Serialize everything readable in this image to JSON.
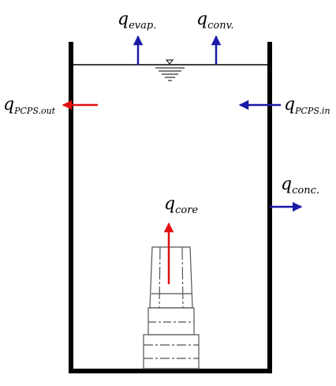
{
  "labels": {
    "evap": {
      "q": "q",
      "sub": "evap."
    },
    "conv": {
      "q": "q",
      "sub": "conv."
    },
    "pcps_out": {
      "q": "q",
      "sub": "PCPS.out"
    },
    "pcps_in": {
      "q": "q",
      "sub": "PCPS.in"
    },
    "conc": {
      "q": "q",
      "sub": "conc."
    },
    "core": {
      "q": "q",
      "sub": "core"
    }
  },
  "colors": {
    "outflow_arrow": "#1a1aa6",
    "inflow_arrow": "#e01010",
    "pool_wall": "#000000",
    "fuel_outline": "#555555"
  },
  "icons": {
    "water_level": "inverted-triangle-free-surface-symbol"
  }
}
